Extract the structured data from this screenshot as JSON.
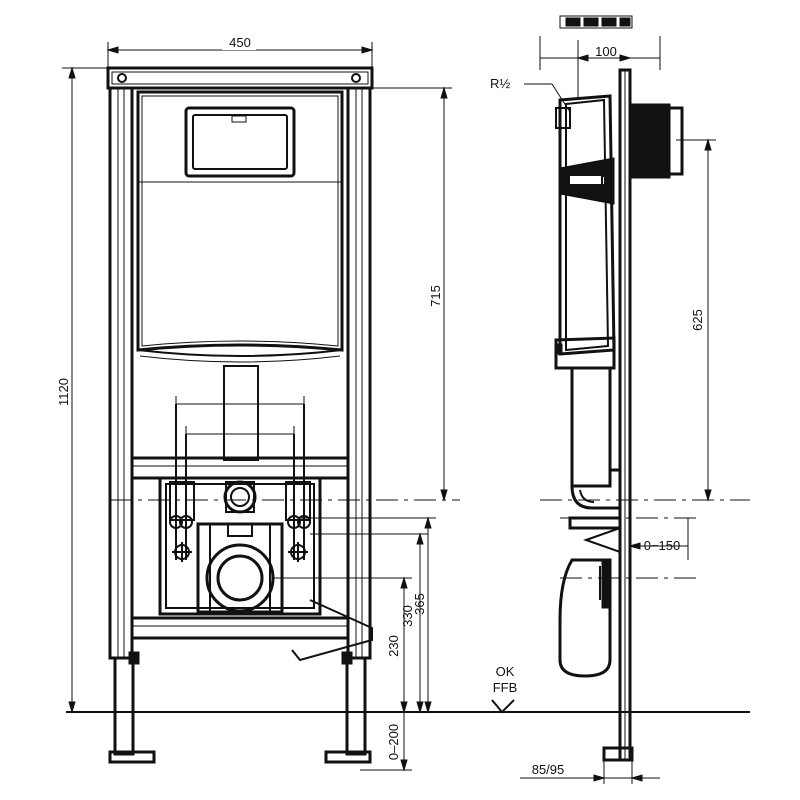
{
  "dimensions": {
    "width_total": "450",
    "height_total": "1120",
    "height_upper": "715",
    "height_365": "365",
    "height_330": "330",
    "height_230": "230",
    "range_0_200": "0–200",
    "depth_100": "100",
    "thread": "R½",
    "height_625": "625",
    "range_0_150": "0−150",
    "foot_85_95": "85/95"
  },
  "floor_label": {
    "line1": "OK",
    "line2": "FFB"
  }
}
